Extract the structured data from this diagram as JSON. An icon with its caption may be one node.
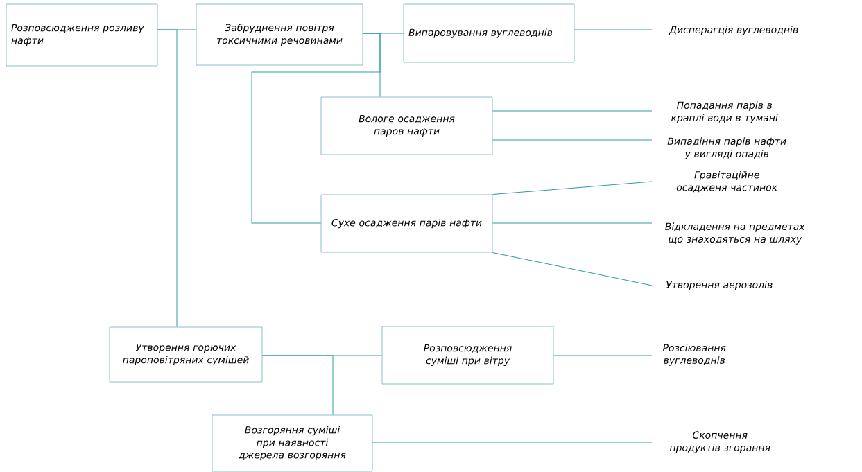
{
  "diagram": {
    "nodes": [
      {
        "text": [
          "Розповсюдження розливу нафти"
        ]
      },
      {
        "text": [
          "Забруднення повітря токсичними речовинами"
        ]
      },
      {
        "text": [
          "Випаровування вуглеводнів"
        ]
      },
      {
        "text": [
          "Дисперагція вуглеводнів"
        ]
      },
      {
        "text": [
          "Вологе осадження паров нафти"
        ]
      },
      {
        "text": [
          "Попадання парів в краплі води в тумані"
        ]
      },
      {
        "text": [
          "Випадіння парів нафти у вигляді опадів"
        ]
      },
      {
        "text": [
          "Сухе осадження парів нафти"
        ]
      },
      {
        "text": [
          "Гравітаційне осадженя частинок"
        ]
      },
      {
        "text": [
          "Відкладення на предметах що знаходяться на шляху"
        ]
      },
      {
        "text": [
          "Утворення аерозолів"
        ]
      },
      {
        "text": [
          "Утворення горючих пароповітряних сумішей"
        ]
      },
      {
        "text": [
          "Розповсюдження суміші при вітру"
        ]
      },
      {
        "text": [
          "Розсіювання вуглеводнів"
        ]
      },
      {
        "text": [
          "Возгоряння суміші при наявності джерела возгоряння"
        ]
      },
      {
        "text": [
          "Скопчення продуктів згорання"
        ]
      }
    ],
    "edges": [
      {
        "from": 0,
        "to": 1,
        "arrow": "none"
      },
      {
        "from": 0,
        "to": 11,
        "arrow": "none"
      },
      {
        "from": 1,
        "to": 2,
        "arrow": "none"
      },
      {
        "from": 1,
        "to": 4,
        "arrow": "none"
      },
      {
        "from": 1,
        "to": 7,
        "arrow": "none"
      },
      {
        "from": 2,
        "to": 3,
        "arrow": "none"
      },
      {
        "from": 4,
        "to": 5,
        "arrow": "none"
      },
      {
        "from": 4,
        "to": 6,
        "arrow": "none"
      },
      {
        "from": 7,
        "to": 8,
        "arrow": "none"
      },
      {
        "from": 7,
        "to": 9,
        "arrow": "none"
      },
      {
        "from": 7,
        "to": 10,
        "arrow": "none"
      },
      {
        "from": 11,
        "to": 12,
        "arrow": "none"
      },
      {
        "from": 11,
        "to": 14,
        "arrow": "none"
      },
      {
        "from": 12,
        "to": 13,
        "arrow": "none"
      },
      {
        "from": 14,
        "to": 15,
        "arrow": "none"
      }
    ]
  }
}
